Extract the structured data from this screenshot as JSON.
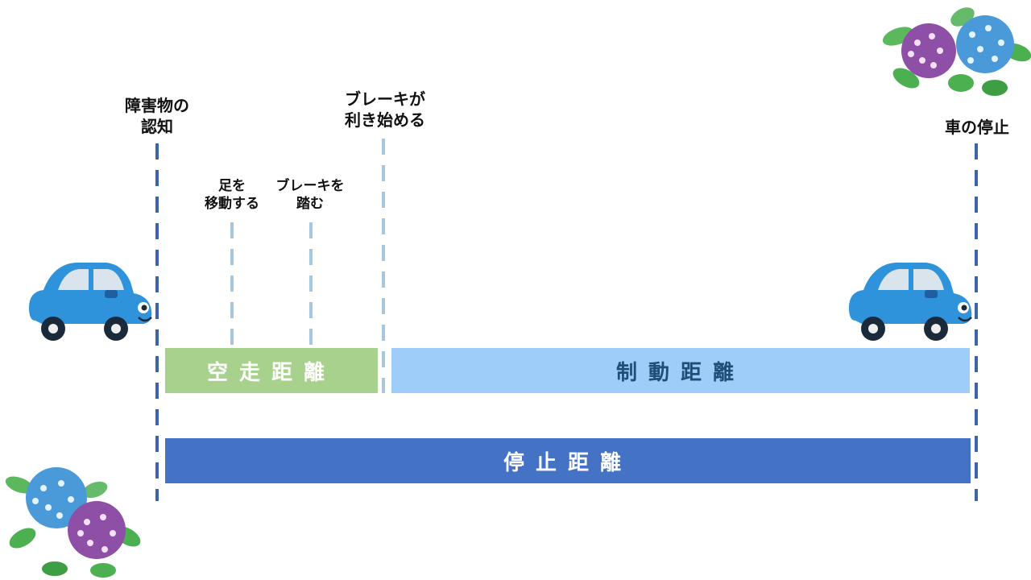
{
  "markers": {
    "recognize": "障害物の\n認知",
    "move_foot": "足を\n移動する",
    "press_brake": "ブレーキを\n踏む",
    "brake_start": "ブレーキが\n利き始める",
    "car_stop": "車の停止"
  },
  "bars": {
    "free_running": "空走距離",
    "braking": "制動距離",
    "stopping": "停止距離"
  },
  "colors": {
    "free_running_bar": "#a9d18e",
    "braking_bar": "#9dcdf8",
    "stopping_bar": "#4472c4",
    "main_line": "#3d63a8",
    "sub_line": "#a9c6df",
    "car_body": "#2f93dc"
  },
  "icons": [
    "car-left-icon",
    "car-right-icon",
    "hydrangea-top-right-icon",
    "hydrangea-bottom-left-icon"
  ]
}
